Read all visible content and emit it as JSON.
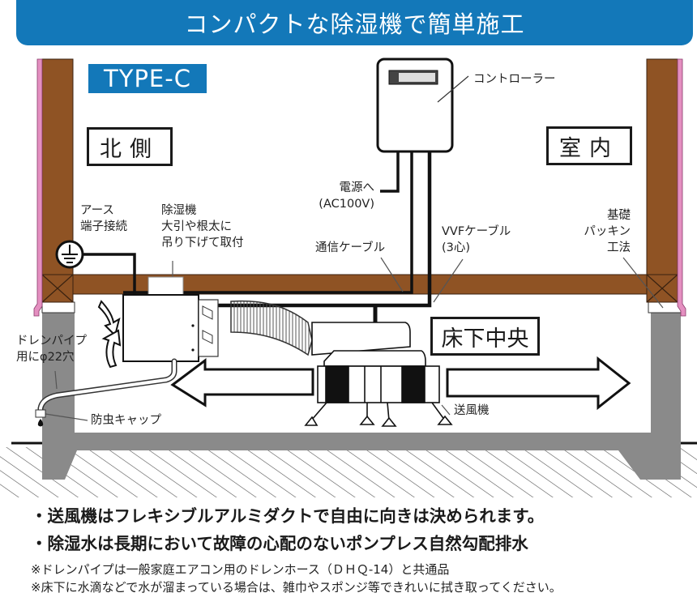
{
  "header": {
    "title": "コンパクトな除湿機で簡単施工",
    "type_tag": "TYPE-C"
  },
  "areas": {
    "north_side": "北側",
    "indoor": "室内",
    "underfloor_center": "床下中央"
  },
  "labels": {
    "controller": "コントローラー",
    "power_line1": "電源へ",
    "power_line2": "(AC100V)",
    "earth_line1": "アース",
    "earth_line2": "端子接続",
    "dehumidifier_line1": "除湿機",
    "dehumidifier_line2": "大引や根太に",
    "dehumidifier_line3": "吊り下げて取付",
    "comm_cable": "通信ケーブル",
    "vvf_line1": "VVFケーブル",
    "vvf_line2": "(3心)",
    "foundation_line1": "基礎",
    "foundation_line2": "パッキン",
    "foundation_line3": "工法",
    "drain_line1": "ドレンパイプ",
    "drain_line2": "用にφ22穴",
    "insect_cap": "防虫キャップ",
    "fan": "送風機"
  },
  "notes": {
    "bullets": [
      "・送風機はフレキシブルアルミダクトで自由に向きは決められます。",
      "・除湿水は長期において故障の心配のないポンプレス自然勾配排水"
    ],
    "footnotes": [
      "※ドレンパイプは一般家庭エアコン用のドレンホース（ＤＨＱ-14）と共通品",
      "※床下に水滴などで水が溜まっている場合は、雑巾やスポンジ等できれいに拭き取ってください。"
    ]
  },
  "colors": {
    "accent": "#1378b9",
    "wood": "#8f5324",
    "insulation": "#e48fc0",
    "concrete": "#8a8a8a"
  }
}
